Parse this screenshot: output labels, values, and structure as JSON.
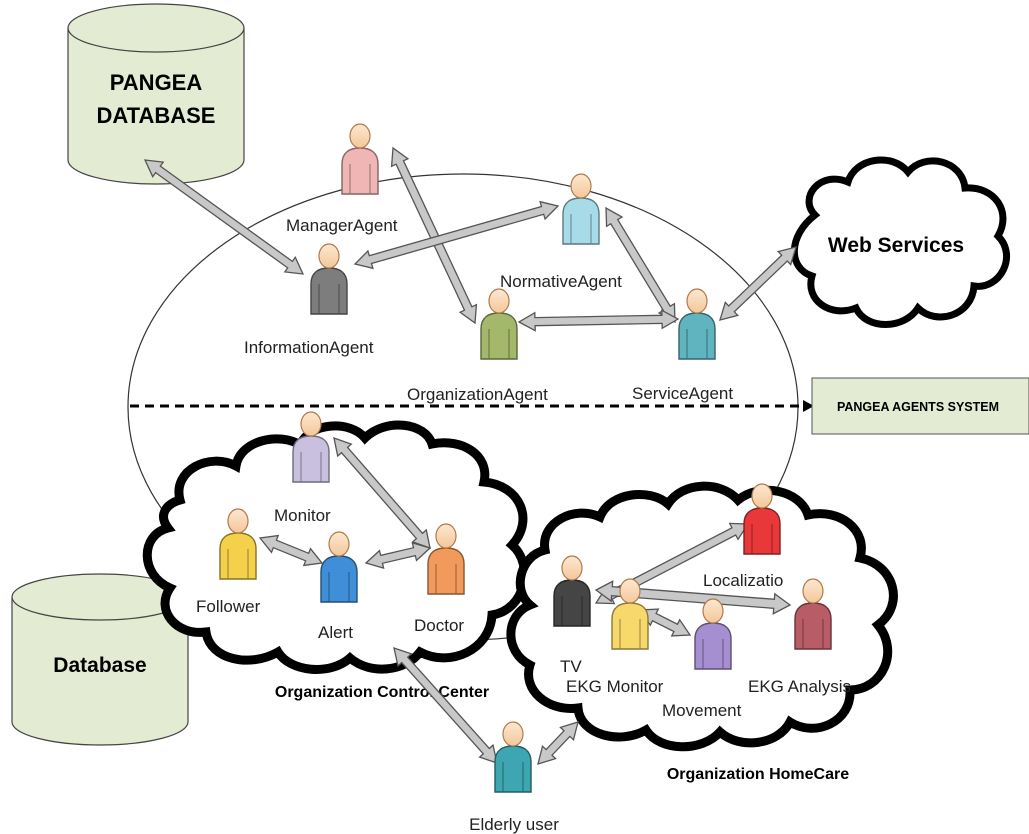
{
  "databases": {
    "pangea": {
      "line1": "PANGEA",
      "line2": "DATABASE"
    },
    "local": {
      "label": "Database"
    }
  },
  "clouds": {
    "web_services": "Web Services",
    "control_center": "Organization Control Center",
    "homecare": "Organization HomeCare"
  },
  "system_label": "PANGEA AGENTS SYSTEM",
  "agents": {
    "manager": "ManagerAgent",
    "information": "InformationAgent",
    "normative": "NormativeAgent",
    "organization": "OrganizationAgent",
    "service": "ServiceAgent",
    "monitor": "Monitor",
    "follower": "Follower",
    "alert": "Alert",
    "doctor": "Doctor",
    "localization": "Localizatio",
    "tv": "TV",
    "ekg_monitor": "EKG Monitor",
    "movement": "Movement",
    "ekg_analysis": "EKG Analysis",
    "elderly": "Elderly user"
  },
  "colors": {
    "manager": "#f0b6b6",
    "information": "#7d7d7d",
    "normative": "#a8dbe8",
    "organization": "#a3b86a",
    "service": "#5fb4c0",
    "monitor": "#c9c0e0",
    "follower": "#f5d04a",
    "alert": "#3f8fd8",
    "doctor": "#f29a5c",
    "localization": "#e8383a",
    "tv": "#454545",
    "ekg_monitor": "#f7d86a",
    "movement": "#a58fd0",
    "ekg_analysis": "#b85c66",
    "elderly": "#3ea6b0",
    "database_fill": "#e3ecd3",
    "label_box_fill": "#e3ecd3"
  }
}
